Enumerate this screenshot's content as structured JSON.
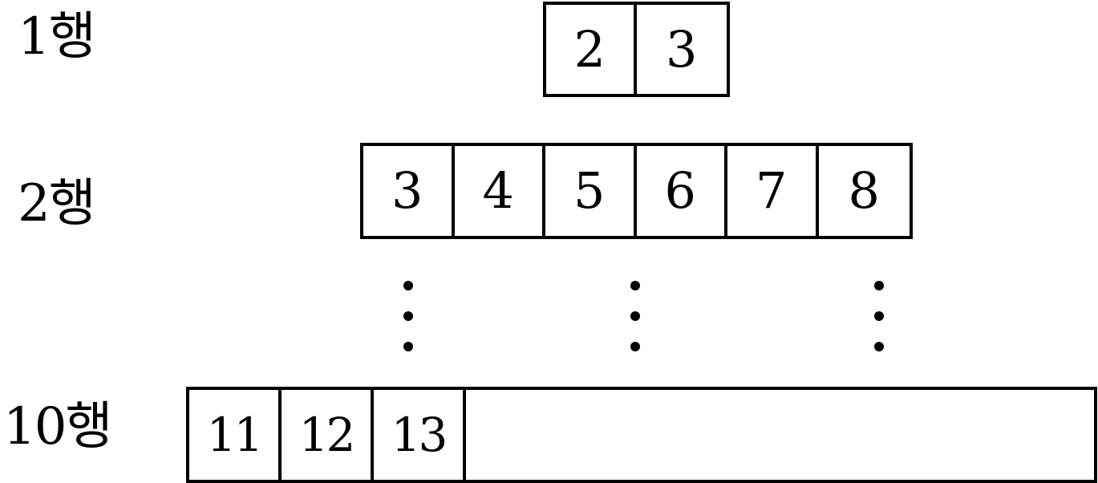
{
  "rows": [
    {
      "label": "1행",
      "cells": [
        "2",
        "3"
      ]
    },
    {
      "label": "2행",
      "cells": [
        "3",
        "4",
        "5",
        "6",
        "7",
        "8"
      ]
    },
    {
      "label": "10행",
      "cells": [
        "11",
        "12",
        "13"
      ]
    }
  ]
}
